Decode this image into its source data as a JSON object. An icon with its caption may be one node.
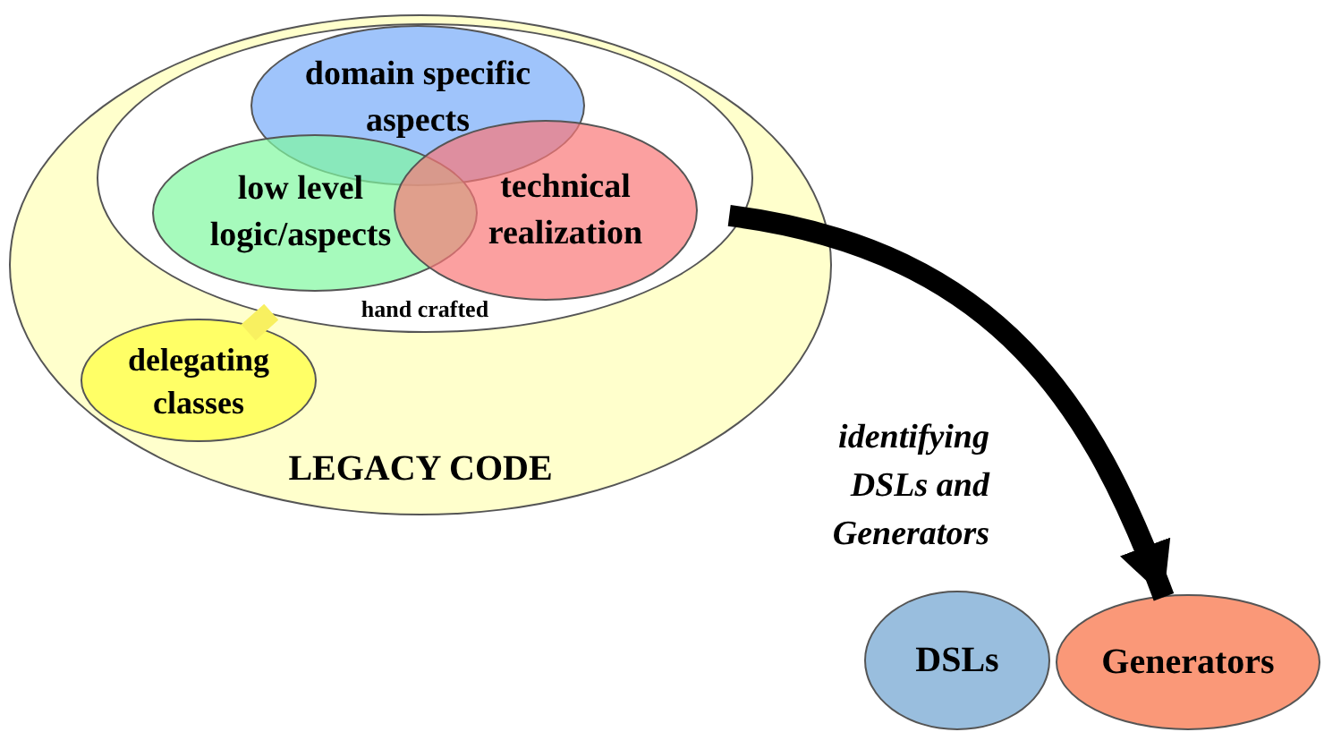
{
  "diagram": {
    "nodes": [
      {
        "text": [
          "LEGACY CODE"
        ]
      },
      {
        "text": [
          "hand crafted"
        ],
        "in": 0
      },
      {
        "text": [
          "domain specific aspects"
        ],
        "in": 1
      },
      {
        "text": [
          "low level logic/aspects"
        ],
        "in": 1
      },
      {
        "text": [
          "technical realization"
        ],
        "in": 1
      },
      {
        "text": [
          "delegating classes"
        ],
        "in": 0
      },
      {
        "text": [
          "DSLs"
        ]
      },
      {
        "text": [
          "Generators"
        ]
      }
    ],
    "edges": [
      {
        "from": 5,
        "to": 1,
        "arrow": "none",
        "color": "#f8f060"
      },
      {
        "from": 1,
        "to": 7,
        "arrow": "to",
        "color": "#000000",
        "label": "identifying DSLs and Generators"
      }
    ]
  }
}
